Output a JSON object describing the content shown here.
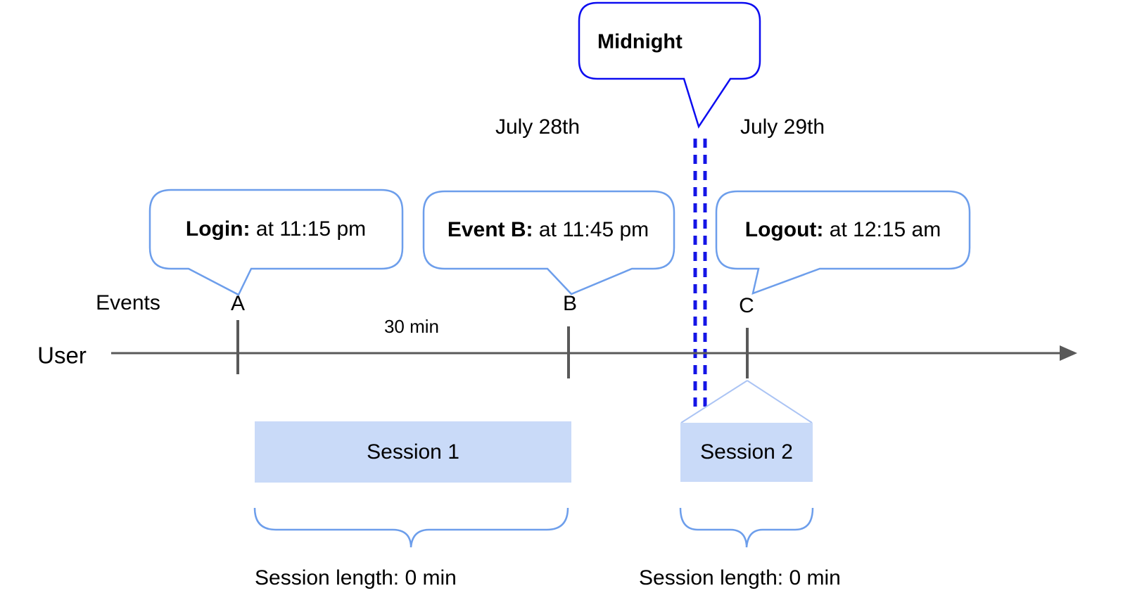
{
  "diagram": {
    "midnight_callout": "Midnight",
    "dates": {
      "left": "July 28th",
      "right": "July 29th"
    },
    "axis": {
      "events_label": "Events",
      "user_label": "User",
      "interval_label": "30 min",
      "markers": {
        "a": "A",
        "b": "B",
        "c": "C"
      }
    },
    "callouts": {
      "login": {
        "title": "Login:",
        "detail": "at 11:15 pm"
      },
      "event_b": {
        "title": "Event B:",
        "detail": "at 11:45 pm"
      },
      "logout": {
        "title": "Logout:",
        "detail": "at 12:15 am"
      }
    },
    "sessions": {
      "session1": {
        "name": "Session 1",
        "length": "Session length: 0 min"
      },
      "session2": {
        "name": "Session 2",
        "length": "Session length: 0 min"
      }
    },
    "colors": {
      "callout_border_light": "#6d9eeb",
      "midnight_border": "#0d0df0",
      "midnight_dashed_line": "#1515e6",
      "session_fill": "#c9daf8",
      "roof_line": "#abc4f4",
      "timeline_gray": "#595959",
      "text": "#000000"
    }
  }
}
